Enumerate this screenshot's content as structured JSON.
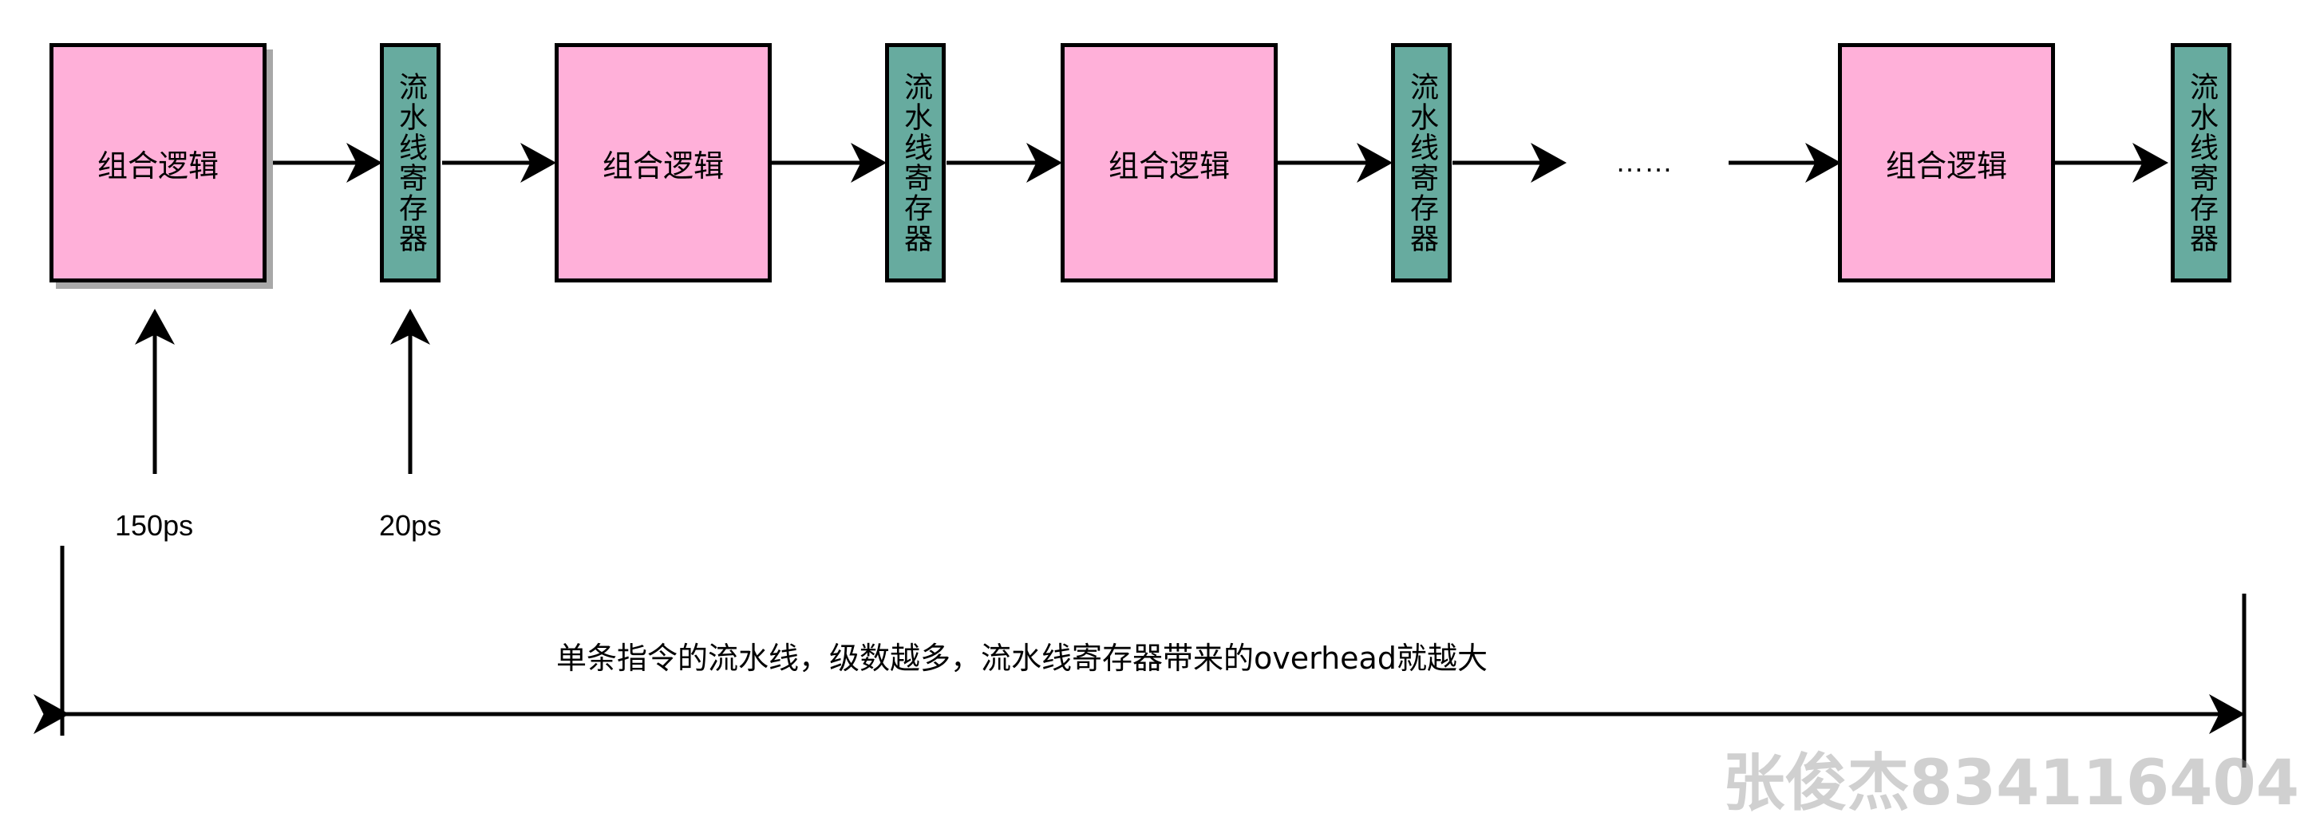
{
  "stages": [
    {
      "logic_label": "组合逻辑",
      "register_label": "流水线寄存器"
    },
    {
      "logic_label": "组合逻辑",
      "register_label": "流水线寄存器"
    },
    {
      "logic_label": "组合逻辑",
      "register_label": "流水线寄存器"
    },
    {
      "logic_label": "组合逻辑",
      "register_label": "流水线寄存器"
    }
  ],
  "ellipsis": "……",
  "logic_delay_label": "150ps",
  "register_delay_label": "20ps",
  "span_note": "单条指令的流水线，级数越多，流水线寄存器带来的overhead就越大",
  "watermark": "张俊杰834116404",
  "colors": {
    "logic_fill": "#ffb0d9",
    "register_fill": "#67ab9f",
    "stroke": "#000000",
    "watermark": "#969696"
  }
}
